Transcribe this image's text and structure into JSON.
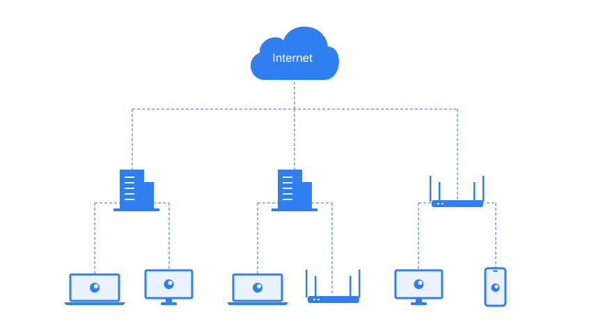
{
  "diagram": {
    "internet_label": "Internet",
    "colors": {
      "primary": "#2f7ff0",
      "line": "#4a8ff2",
      "light": "#e6f0fe",
      "screen_bg": "#eaf2fe",
      "background": "#ffffff"
    },
    "nodes": {
      "cloud": {
        "type": "cloud",
        "icon": "cloud-icon"
      },
      "server_left": {
        "type": "server",
        "icon": "server-icon"
      },
      "server_center": {
        "type": "server",
        "icon": "server-icon"
      },
      "router_right": {
        "type": "router",
        "icon": "router-icon"
      },
      "laptop_1": {
        "type": "laptop",
        "icon": "laptop-icon"
      },
      "monitor_1": {
        "type": "monitor",
        "icon": "monitor-icon"
      },
      "laptop_2": {
        "type": "laptop",
        "icon": "laptop-icon"
      },
      "router_bottom": {
        "type": "router",
        "icon": "router-icon"
      },
      "monitor_2": {
        "type": "monitor",
        "icon": "monitor-icon"
      },
      "phone_1": {
        "type": "phone",
        "icon": "phone-icon"
      }
    },
    "edges": [
      [
        "cloud",
        "server_left"
      ],
      [
        "cloud",
        "server_center"
      ],
      [
        "cloud",
        "router_right"
      ],
      [
        "server_left",
        "laptop_1"
      ],
      [
        "server_left",
        "monitor_1"
      ],
      [
        "server_center",
        "laptop_2"
      ],
      [
        "server_center",
        "router_bottom"
      ],
      [
        "router_right",
        "monitor_2"
      ],
      [
        "router_right",
        "phone_1"
      ]
    ]
  }
}
